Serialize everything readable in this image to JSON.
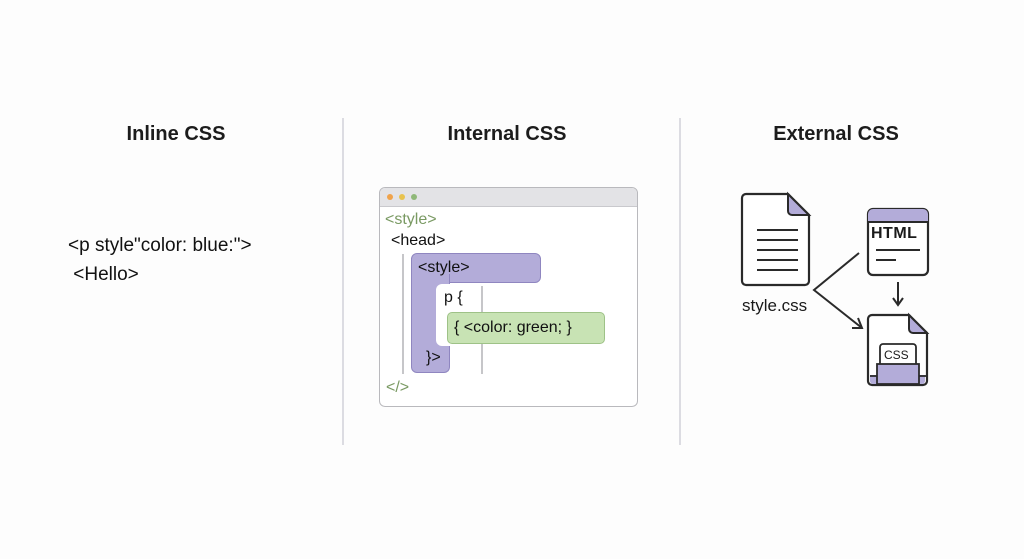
{
  "sections": {
    "inline": {
      "title": "Inline CSS",
      "code_lines": [
        "<p style\"color: blue:\">",
        " <Hello>"
      ]
    },
    "internal": {
      "title": "Internal CSS",
      "window_dots": [
        "#f0a34b",
        "#e8c34f",
        "#8fb879"
      ],
      "lines": {
        "style_open_outer": "<style>",
        "head": "<head>",
        "style_open": "<style>",
        "p_selector": "p {",
        "rule": "{ <color: green; }",
        "close_brace": "}>",
        "closing_tag": "</>"
      }
    },
    "external": {
      "title": "External CSS",
      "css_file_label": "style.css",
      "html_doc_label": "HTML",
      "css_doc_label": "CSS"
    }
  },
  "colors": {
    "purple_fill": "#b3acd9",
    "purple_stroke": "#8f86c0",
    "green_fill": "#c8e3b4",
    "green_text": "#7a9a63",
    "icon_stroke": "#2a2a2a",
    "divider": "#dcdce2"
  }
}
